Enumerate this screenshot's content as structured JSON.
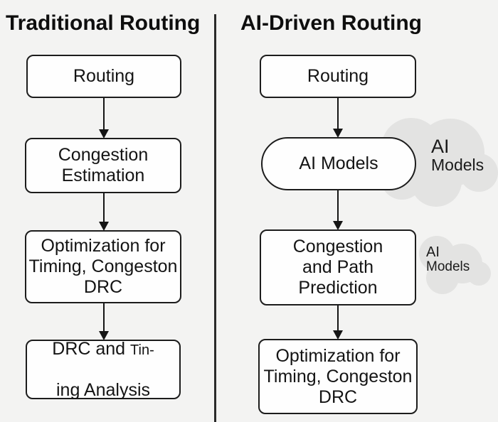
{
  "left": {
    "title": "Traditional Routing",
    "boxes": [
      {
        "label": "Routing"
      },
      {
        "label": "Congestion\nEstimation"
      },
      {
        "label": "Optimization for\nTiming, Congeston\nDRC"
      },
      {
        "line1_main": "DRC and ",
        "line1_small": "Tin-",
        "line2": "ing Analysis"
      }
    ]
  },
  "right": {
    "title": "AI-Driven Routing",
    "boxes": [
      {
        "label": "Routing"
      },
      {
        "label": "AI Models"
      },
      {
        "label": "Congestion\nand Path\nPrediction"
      },
      {
        "label": "Optimization for\nTiming, Congeston\nDRC"
      }
    ],
    "clouds": [
      {
        "line1": "AI",
        "line2": "Models"
      },
      {
        "line1": "AI",
        "line2": "Models"
      }
    ]
  },
  "colors": {
    "background": "#f3f3f2",
    "box_fill": "#fefefe",
    "stroke": "#1c1c1c",
    "cloud_fill": "#e3e3e2",
    "text": "#141414"
  }
}
